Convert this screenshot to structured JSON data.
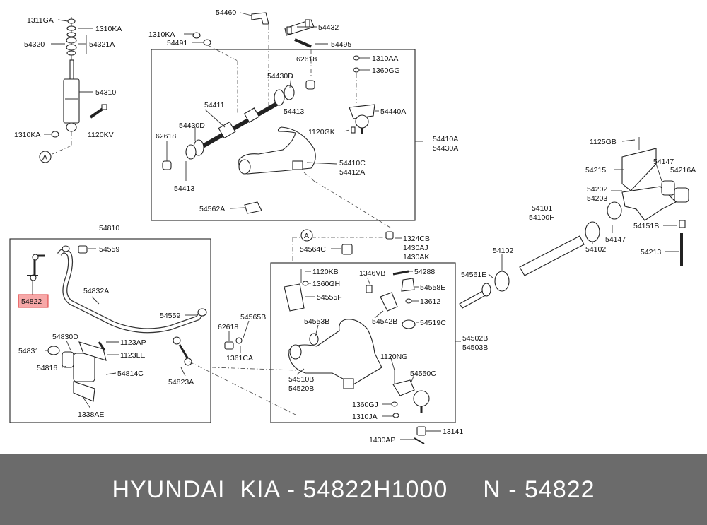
{
  "labels": {
    "l1311GA": "1311GA",
    "l1310KA_a": "1310KA",
    "l54320": "54320",
    "l54321A": "54321A",
    "l54310": "54310",
    "l1310KA_b": "1310KA",
    "l1120KV": "1120KV",
    "lA1": "A",
    "l54460": "54460",
    "l54432": "54432",
    "l1310KA_c": "1310KA",
    "l54491": "54491",
    "l54495": "54495",
    "l62618_a": "62618",
    "l1310AA": "1310AA",
    "l1360GG": "1360GG",
    "l54430D_a": "54430D",
    "l54413_a": "54413",
    "l54440A": "54440A",
    "l54411": "54411",
    "l54430D_b": "54430D",
    "l1120GK": "1120GK",
    "l54410A": "54410A",
    "l54430A": "54430A",
    "l62618_b": "62618",
    "l54410C": "54410C",
    "l54412A": "54412A",
    "l54413_b": "54413",
    "l54562A": "54562A",
    "l1125GB": "1125GB",
    "l54147_a": "54147",
    "l54215": "54215",
    "l54216A": "54216A",
    "l54202": "54202",
    "l54203": "54203",
    "l54101": "54101",
    "l54100H": "54100H",
    "l54151B": "54151B",
    "l54147_b": "54147",
    "l54102_a": "54102",
    "l54102_b": "54102",
    "l54213": "54213",
    "l54561E": "54561E",
    "l54810": "54810",
    "l54559_a": "54559",
    "l54822": "54822",
    "l54832A": "54832A",
    "l54559_b": "54559",
    "l62618_c": "62618",
    "l54565B": "54565B",
    "l54830D": "54830D",
    "l1123AP": "1123AP",
    "l54831": "54831",
    "l1123LE": "1123LE",
    "l54816": "54816",
    "l54814C": "54814C",
    "l1361CA": "1361CA",
    "l54823A": "54823A",
    "l1338AE": "1338AE",
    "lA2": "A",
    "l1324CB": "1324CB",
    "l54564C": "54564C",
    "l1430AJ": "1430AJ",
    "l1430AK": "1430AK",
    "l1120KB": "1120KB",
    "l1346VB": "1346VB",
    "l54288": "54288",
    "l1360GH": "1360GH",
    "l54558E": "54558E",
    "l54555F": "54555F",
    "l13612": "13612",
    "l54553B": "54553B",
    "l54542B": "54542B",
    "l54519C": "54519C",
    "l54502B": "54502B",
    "l54503B": "54503B",
    "l1120NG": "1120NG",
    "l54510B": "54510B",
    "l54520B": "54520B",
    "l54550C": "54550C",
    "l1360GJ": "1360GJ",
    "l1310JA": "1310JA",
    "l13141": "13141",
    "l1430AP": "1430AP"
  },
  "highlight_part": "54822",
  "highlight_color": "#f7a8a8",
  "footer": {
    "brand": "HYUNDAI  KIA - 54822H1000",
    "code": "N - 54822"
  },
  "footer_bg": "#6b6b6b"
}
